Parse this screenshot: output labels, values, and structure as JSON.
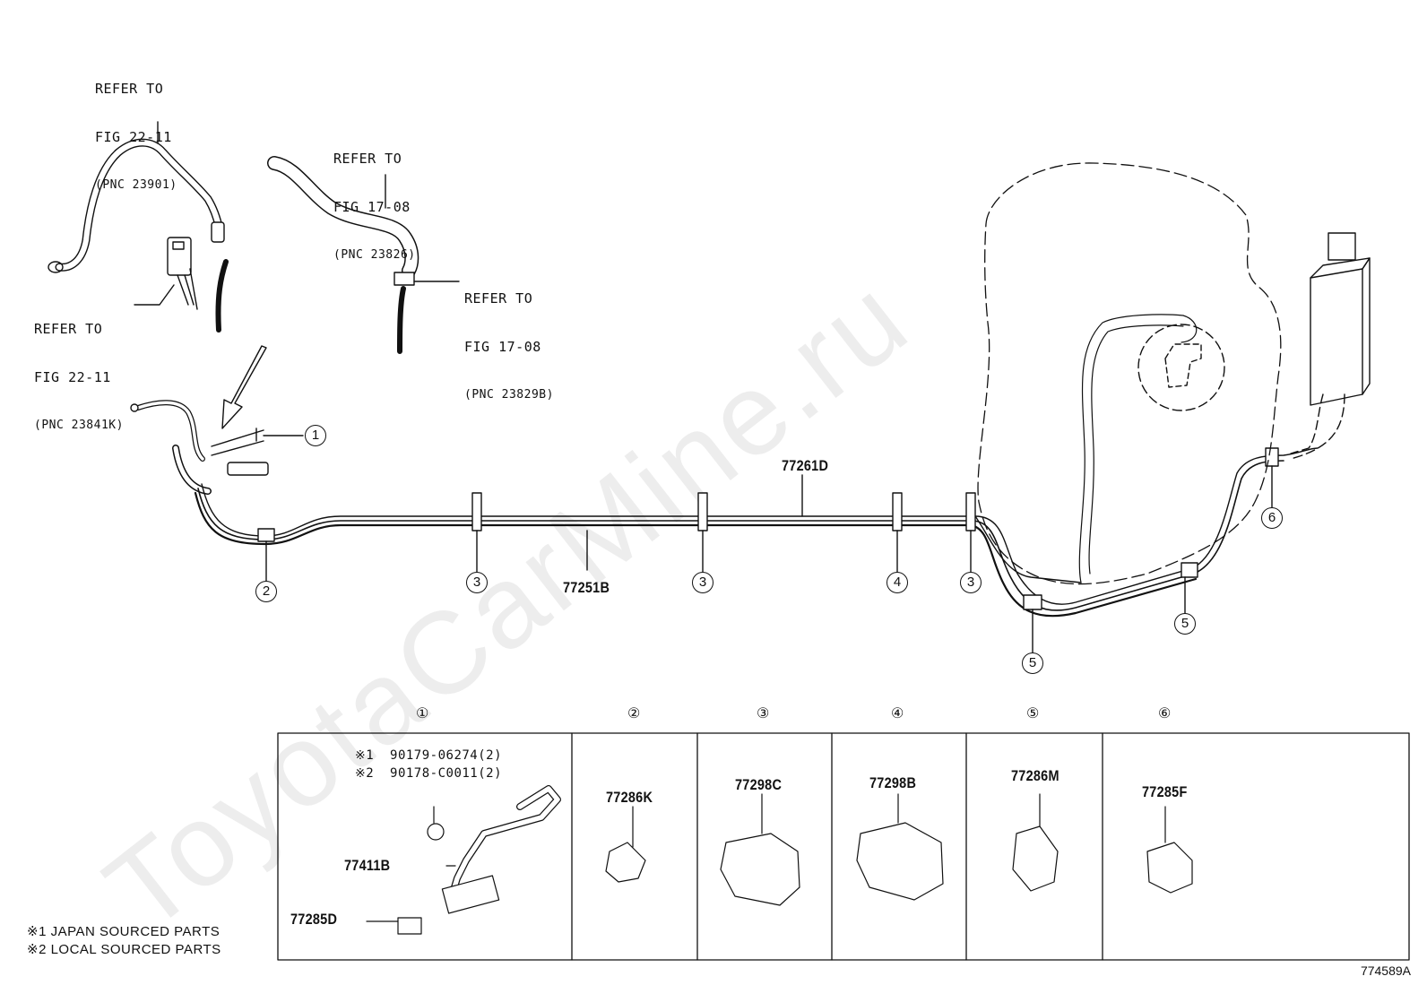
{
  "refs": {
    "r1": {
      "line1": "REFER TO",
      "line2": "FIG 22-11",
      "pnc": "(PNC 23901)"
    },
    "r2": {
      "line1": "REFER TO",
      "line2": "FIG 17-08",
      "pnc": "(PNC 23826)"
    },
    "r3": {
      "line1": "REFER TO",
      "line2": "FIG 22-11",
      "pnc": "(PNC 23841K)"
    },
    "r4": {
      "line1": "REFER TO",
      "line2": "FIG 17-08",
      "pnc": "(PNC 23829B)"
    }
  },
  "parts": {
    "p77261D": "77261D",
    "p77251B": "77251B"
  },
  "callouts": [
    "1",
    "2",
    "3",
    "3",
    "3",
    "4",
    "5",
    "5",
    "6"
  ],
  "table": {
    "headers": [
      "①",
      "②",
      "③",
      "④",
      "⑤",
      "⑥"
    ],
    "cells": [
      {
        "parts": [
          "77411B",
          "77285D"
        ],
        "notes": [
          "※1  90179-06274(2)",
          "※2  90178-C0011(2)"
        ]
      },
      {
        "parts": [
          "77286K"
        ]
      },
      {
        "parts": [
          "77298C"
        ]
      },
      {
        "parts": [
          "77298B"
        ]
      },
      {
        "parts": [
          "77286M"
        ]
      },
      {
        "parts": [
          "77285F"
        ]
      }
    ]
  },
  "footnotes": [
    "※1 JAPAN SOURCED PARTS",
    "※2 LOCAL SOURCED PARTS"
  ],
  "watermark": "ToyotaCarMine.ru",
  "figure_ref": "774589A"
}
